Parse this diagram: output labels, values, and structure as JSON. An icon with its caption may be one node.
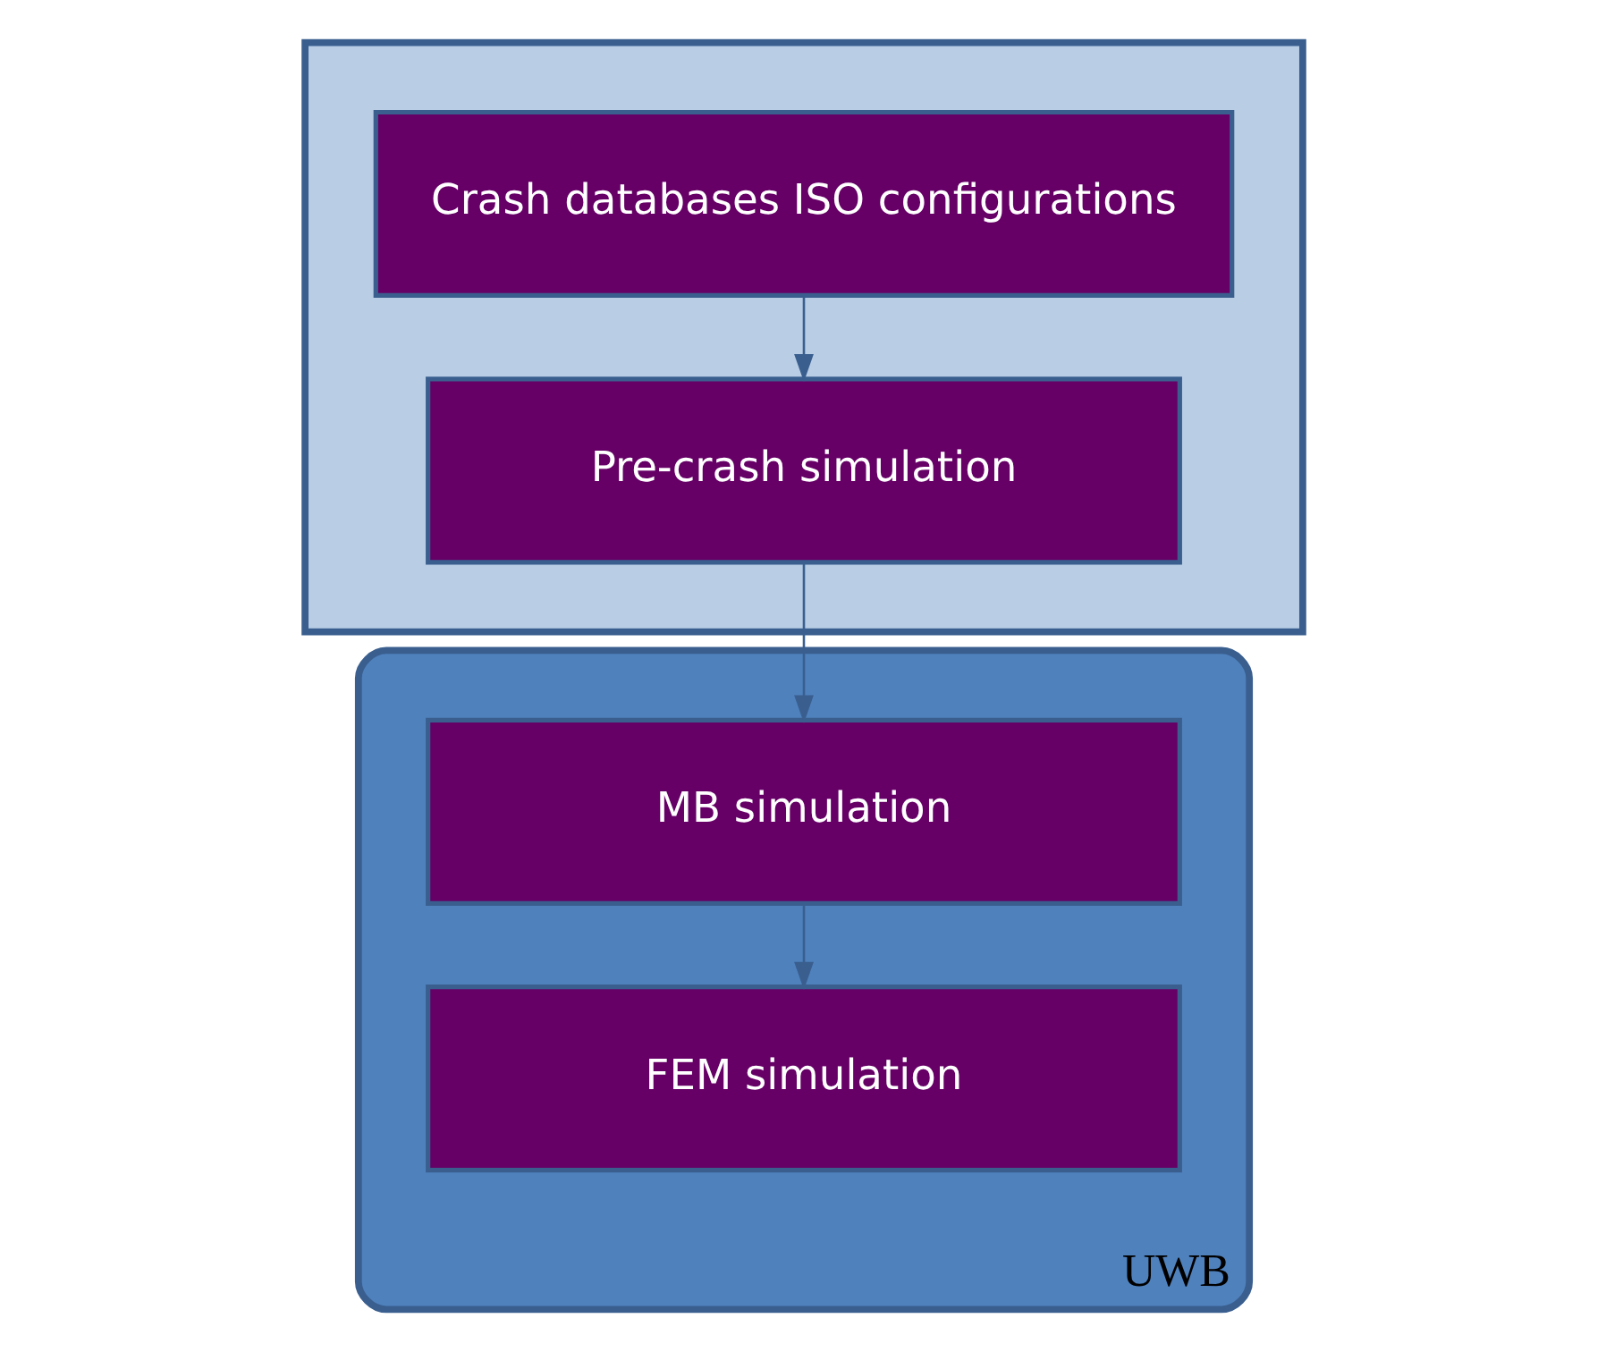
{
  "diagram": {
    "nodes": [
      {
        "text": [],
        "shape": "box"
      },
      {
        "text": [
          "Crash databases ISO configurations"
        ],
        "in": 0
      },
      {
        "text": [
          "Pre-crash simulation"
        ],
        "in": 0
      },
      {
        "text": [
          "UWB"
        ]
      },
      {
        "text": [
          "MB simulation"
        ],
        "in": 3
      },
      {
        "text": [
          "FEM simulation"
        ],
        "in": 3
      }
    ],
    "edges": [
      {
        "from": 1,
        "to": 2,
        "arrow": "to"
      },
      {
        "from": 2,
        "to": 4,
        "arrow": "to"
      },
      {
        "from": 4,
        "to": 5,
        "arrow": "to"
      }
    ]
  }
}
